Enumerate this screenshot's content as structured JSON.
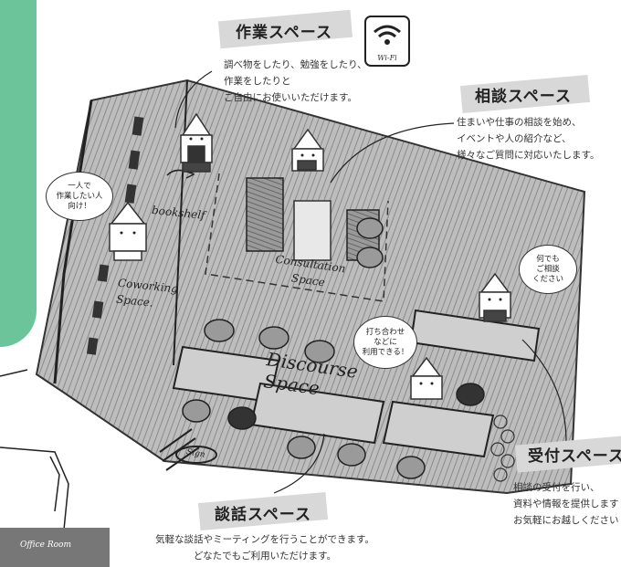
{
  "colors": {
    "accent_green": "#6cc59a",
    "tape": "#d8d8d8"
  },
  "areas": {
    "work": {
      "title": "作業スペース",
      "description": [
        "調べ物をしたり、勉強をしたり、",
        "作業をしたりと",
        "ご自由にお使いいただけます。"
      ]
    },
    "consult": {
      "title": "相談スペース",
      "description": [
        "住まいや仕事の相談を始め、",
        "イベントや人の紹介など、",
        "様々なご質問に対応いたします。"
      ]
    },
    "reception": {
      "title": "受付スペース",
      "description": [
        "相談の受付を行い、",
        "資料や情報を提供します",
        "お気軽にお越しください"
      ]
    },
    "discourse": {
      "title": "談話スペース",
      "description": [
        "気軽な談話やミーティングを行うことができます。",
        "どなたでもご利用いただけます。"
      ]
    }
  },
  "wifi": {
    "icon": "wifi-icon",
    "label": "Wi-Fi"
  },
  "bubbles": {
    "solo": "一人で\n作業したい人\n向け！",
    "anyone": "何でも\nご相談\nください",
    "meeting": "打ち合わせ\nなどに\n利用できる！"
  },
  "map_labels": {
    "bookshelf": "bookshelf",
    "coworking": "Coworking\nSpace.",
    "consultation": "Consultation\nSpace",
    "discourse": "Discourse\nSpace",
    "sign": "Sign"
  },
  "office_room": "Office Room"
}
